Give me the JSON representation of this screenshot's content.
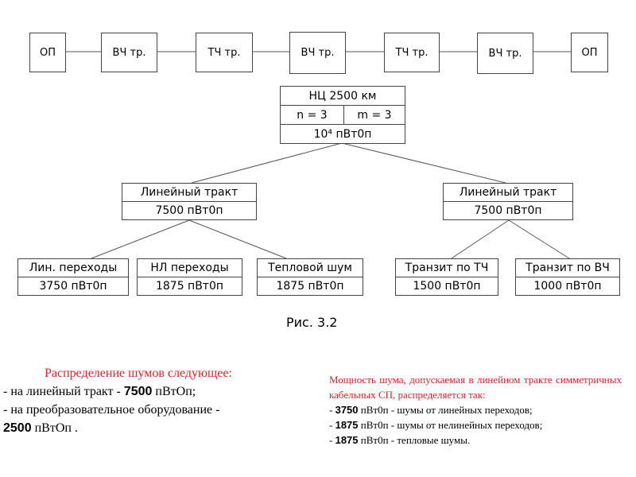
{
  "chain": [
    "ОП",
    "ВЧ тр.",
    "ТЧ тр.",
    "ВЧ тр.",
    "ТЧ тр.",
    "ВЧ тр.",
    "ОП"
  ],
  "root": {
    "title": "НЦ 2500 км",
    "n": "n = 3",
    "m": "m = 3",
    "value": "10⁴ пВт0п"
  },
  "mid": [
    {
      "title": "Линейный тракт",
      "value": "7500 пВт0п"
    },
    {
      "title": "Линейный тракт",
      "value": "7500 пВт0п"
    }
  ],
  "leaves": [
    {
      "title": "Лин. переходы",
      "value": "3750 пВт0п"
    },
    {
      "title": "НЛ переходы",
      "value": "1875 пВт0п"
    },
    {
      "title": "Тепловой шум",
      "value": "1875 пВт0п"
    },
    {
      "title": "Транзит по ТЧ",
      "value": "1500 пВт0п"
    },
    {
      "title": "Транзит по ВЧ",
      "value": "1000 пВт0п"
    }
  ],
  "caption": "Рис. 3.2",
  "left_text": {
    "heading": "Распределение шумов следующее:",
    "l1a": "- на линейный тракт -",
    "l1b": "7500",
    "l1c": "пВтОп;",
    "l2": "- на преобразовательное оборудование -",
    "l3a": "2500",
    "l3b": "пВтОп ."
  },
  "right_text": {
    "heading": "Мощность шума, допускаемая в линейном тракте симметричных кабельных СП, распределяется так:",
    "items": [
      {
        "num": "3750",
        "unit": "пВт0п",
        "desc": "- шумы от линейных переходов;"
      },
      {
        "num": "1875",
        "unit": "пВт0п",
        "desc": "- шумы от нелинейных переходов;"
      },
      {
        "num": "1875",
        "unit": "пВт0п",
        "desc": "- тепловые шумы."
      }
    ]
  },
  "colors": {
    "red": "#e8202a"
  }
}
